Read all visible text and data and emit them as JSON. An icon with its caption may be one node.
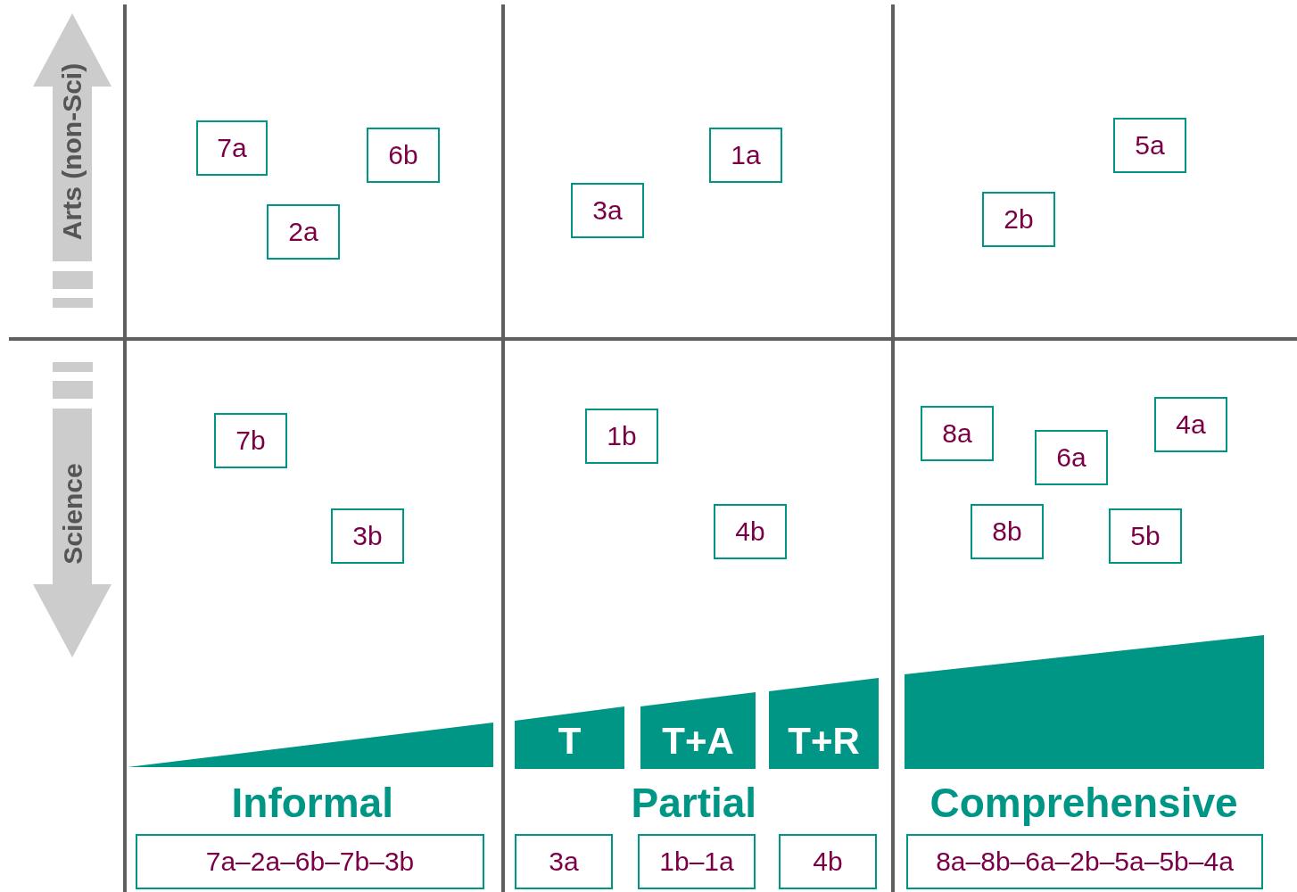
{
  "diagram": {
    "nodes": [
      {
        "text": [
          "7a"
        ]
      },
      {
        "text": [
          "6b"
        ]
      },
      {
        "text": [
          "2a"
        ]
      },
      {
        "text": [
          "1a"
        ]
      },
      {
        "text": [
          "3a"
        ]
      },
      {
        "text": [
          "5a"
        ]
      },
      {
        "text": [
          "2b"
        ]
      },
      {
        "text": [
          "7b"
        ]
      },
      {
        "text": [
          "1b"
        ]
      },
      {
        "text": [
          "4b"
        ]
      },
      {
        "text": [
          "3b"
        ]
      },
      {
        "text": [
          "8a"
        ]
      },
      {
        "text": [
          "6a"
        ]
      },
      {
        "text": [
          "4a"
        ]
      },
      {
        "text": [
          "8b"
        ]
      },
      {
        "text": [
          "5b"
        ]
      },
      {
        "text": [],
        "shape": "bar"
      },
      {
        "text": [
          "T"
        ]
      },
      {
        "text": [
          "T+A"
        ]
      },
      {
        "text": [
          "T+R"
        ]
      },
      {
        "text": [],
        "shape": "bar"
      },
      {
        "text": [
          "7a–2a–6b–7b–3b"
        ]
      },
      {
        "text": [
          "3a"
        ]
      },
      {
        "text": [
          "1b–1a"
        ]
      },
      {
        "text": [
          "4b"
        ]
      },
      {
        "text": [
          "8a–8b–6a–2b–5a–5b–4a"
        ]
      }
    ],
    "labels": [
      "Arts (non-Sci)",
      "Science",
      "Informal",
      "Partial",
      "Comprehensive"
    ]
  }
}
